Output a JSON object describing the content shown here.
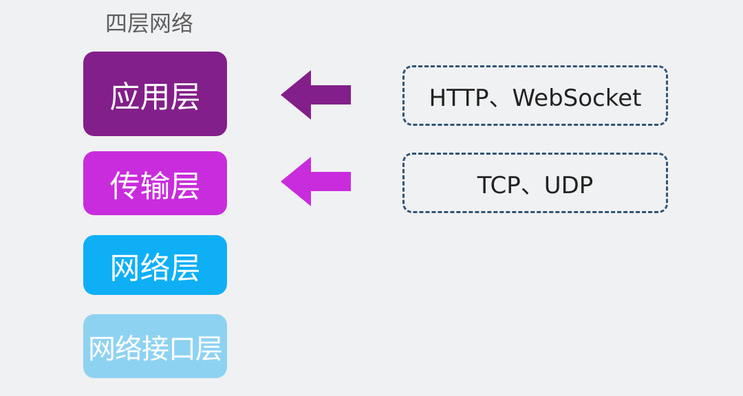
{
  "title": "四层网络",
  "layers": [
    {
      "label": "应用层",
      "color": "#831f8a"
    },
    {
      "label": "传输层",
      "color": "#c92cdd"
    },
    {
      "label": "网络层",
      "color": "#0faff6"
    },
    {
      "label": "网络接口层",
      "color": "#8ed2f2"
    }
  ],
  "protocols": {
    "application": "HTTP、WebSocket",
    "transport": "TCP、UDP"
  },
  "colors": {
    "background": "#f0f1f3",
    "arrow_application": "#831f8a",
    "arrow_transport": "#c92cdd",
    "dashed_border": "#2f5576"
  }
}
